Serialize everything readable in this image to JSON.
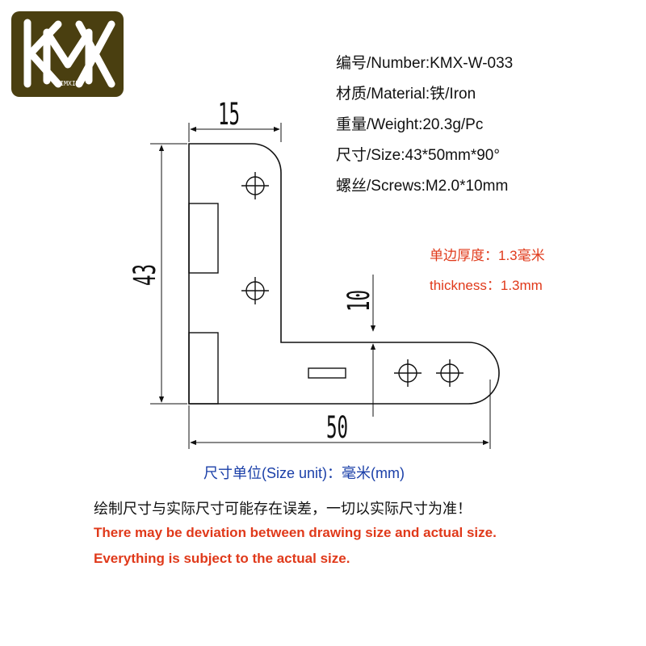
{
  "logo": {
    "mark": "KMX",
    "name": "KIMXIN",
    "background": "#4a3f10"
  },
  "specs": {
    "number": "编号/Number:KMX-W-033",
    "material": "材质/Material:铁/Iron",
    "weight": "重量/Weight:20.3g/Pc",
    "size": "尺寸/Size:43*50mm*90°",
    "screws": "螺丝/Screws:M2.0*10mm"
  },
  "thickness": {
    "cn": "单边厚度：1.3毫米",
    "en": "thickness：1.3mm",
    "color": "#e0391a"
  },
  "drawing": {
    "dim_top": "15",
    "dim_left": "43",
    "dim_arm": "10",
    "dim_bottom": "50"
  },
  "unit_note": "尺寸单位(Size unit)：毫米(mm)",
  "disclaimer": {
    "cn": "绘制尺寸与实际尺寸可能存在误差，一切以实际尺寸为准！",
    "en_line1": "There may be deviation between drawing size and actual size.",
    "en_line2": "Everything is subject to the actual size."
  }
}
